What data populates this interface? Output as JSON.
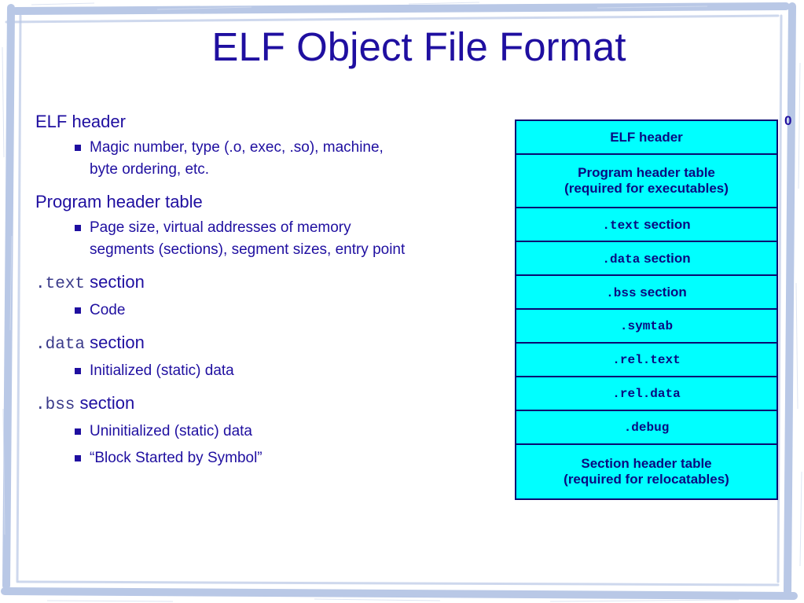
{
  "title": "ELF Object File Format",
  "offset_label": "0",
  "items": [
    {
      "mono": "",
      "label": "ELF header",
      "bullets": [
        "Magic number, type (.o, exec, .so), machine,",
        "byte ordering, etc."
      ]
    },
    {
      "mono": "",
      "label": "Program header table",
      "bullets": [
        "Page size, virtual addresses of memory",
        "segments (sections), segment sizes, entry point"
      ]
    },
    {
      "mono": ".text",
      "label": "section",
      "bullets": [
        "Code"
      ]
    },
    {
      "mono": ".data",
      "label": "section",
      "bullets": [
        "Initialized (static) data"
      ]
    },
    {
      "mono": ".bss",
      "label": "section",
      "bullets": [
        "Uninitialized (static) data",
        "“Block Started by Symbol”"
      ]
    }
  ],
  "table": [
    {
      "mono": "",
      "text": "ELF header",
      "text2": ""
    },
    {
      "mono": "",
      "text": "Program header table",
      "text2": "(required for executables)"
    },
    {
      "mono": ".text",
      "text": "section",
      "text2": ""
    },
    {
      "mono": ".data",
      "text": "section",
      "text2": ""
    },
    {
      "mono": ".bss",
      "text": "section",
      "text2": ""
    },
    {
      "mono": ".symtab",
      "text": "",
      "text2": ""
    },
    {
      "mono": ".rel.text",
      "text": "",
      "text2": ""
    },
    {
      "mono": ".rel.data",
      "text": "",
      "text2": ""
    },
    {
      "mono": ".debug",
      "text": "",
      "text2": ""
    },
    {
      "mono": "",
      "text": "Section header table",
      "text2": "(required for relocatables)"
    }
  ],
  "colors": {
    "title": "#1f0fa0",
    "table_fill": "#00ffff",
    "table_border": "#0a0a70",
    "frame": "#b9c8e6"
  }
}
